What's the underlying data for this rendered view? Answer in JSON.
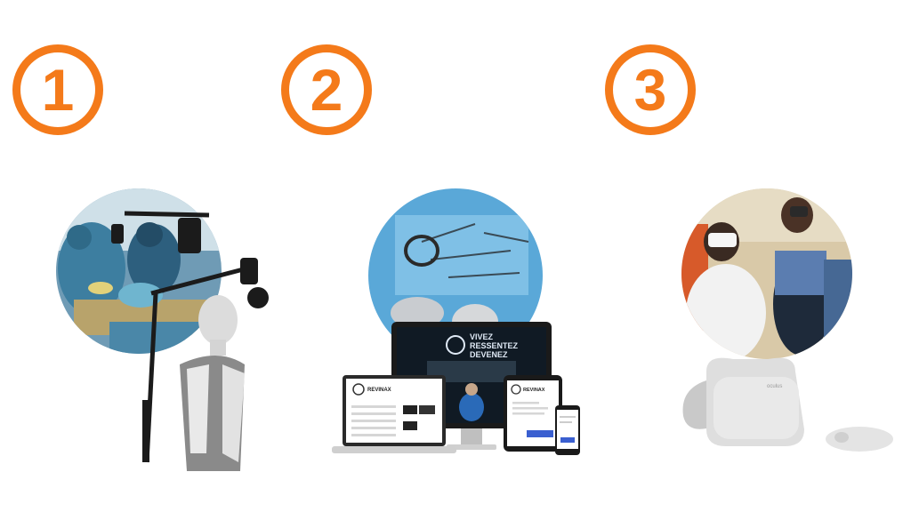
{
  "steps": [
    {
      "number": "1",
      "subject": "capture-rig"
    },
    {
      "number": "2",
      "subject": "web-platform"
    },
    {
      "number": "3",
      "subject": "vr-headset"
    }
  ],
  "platform": {
    "monitor_tagline": [
      "VIVEZ",
      "RESSENTEZ",
      "DEVENEZ"
    ],
    "brand": "REVINAX"
  },
  "colors": {
    "accent": "#f47a1a"
  }
}
